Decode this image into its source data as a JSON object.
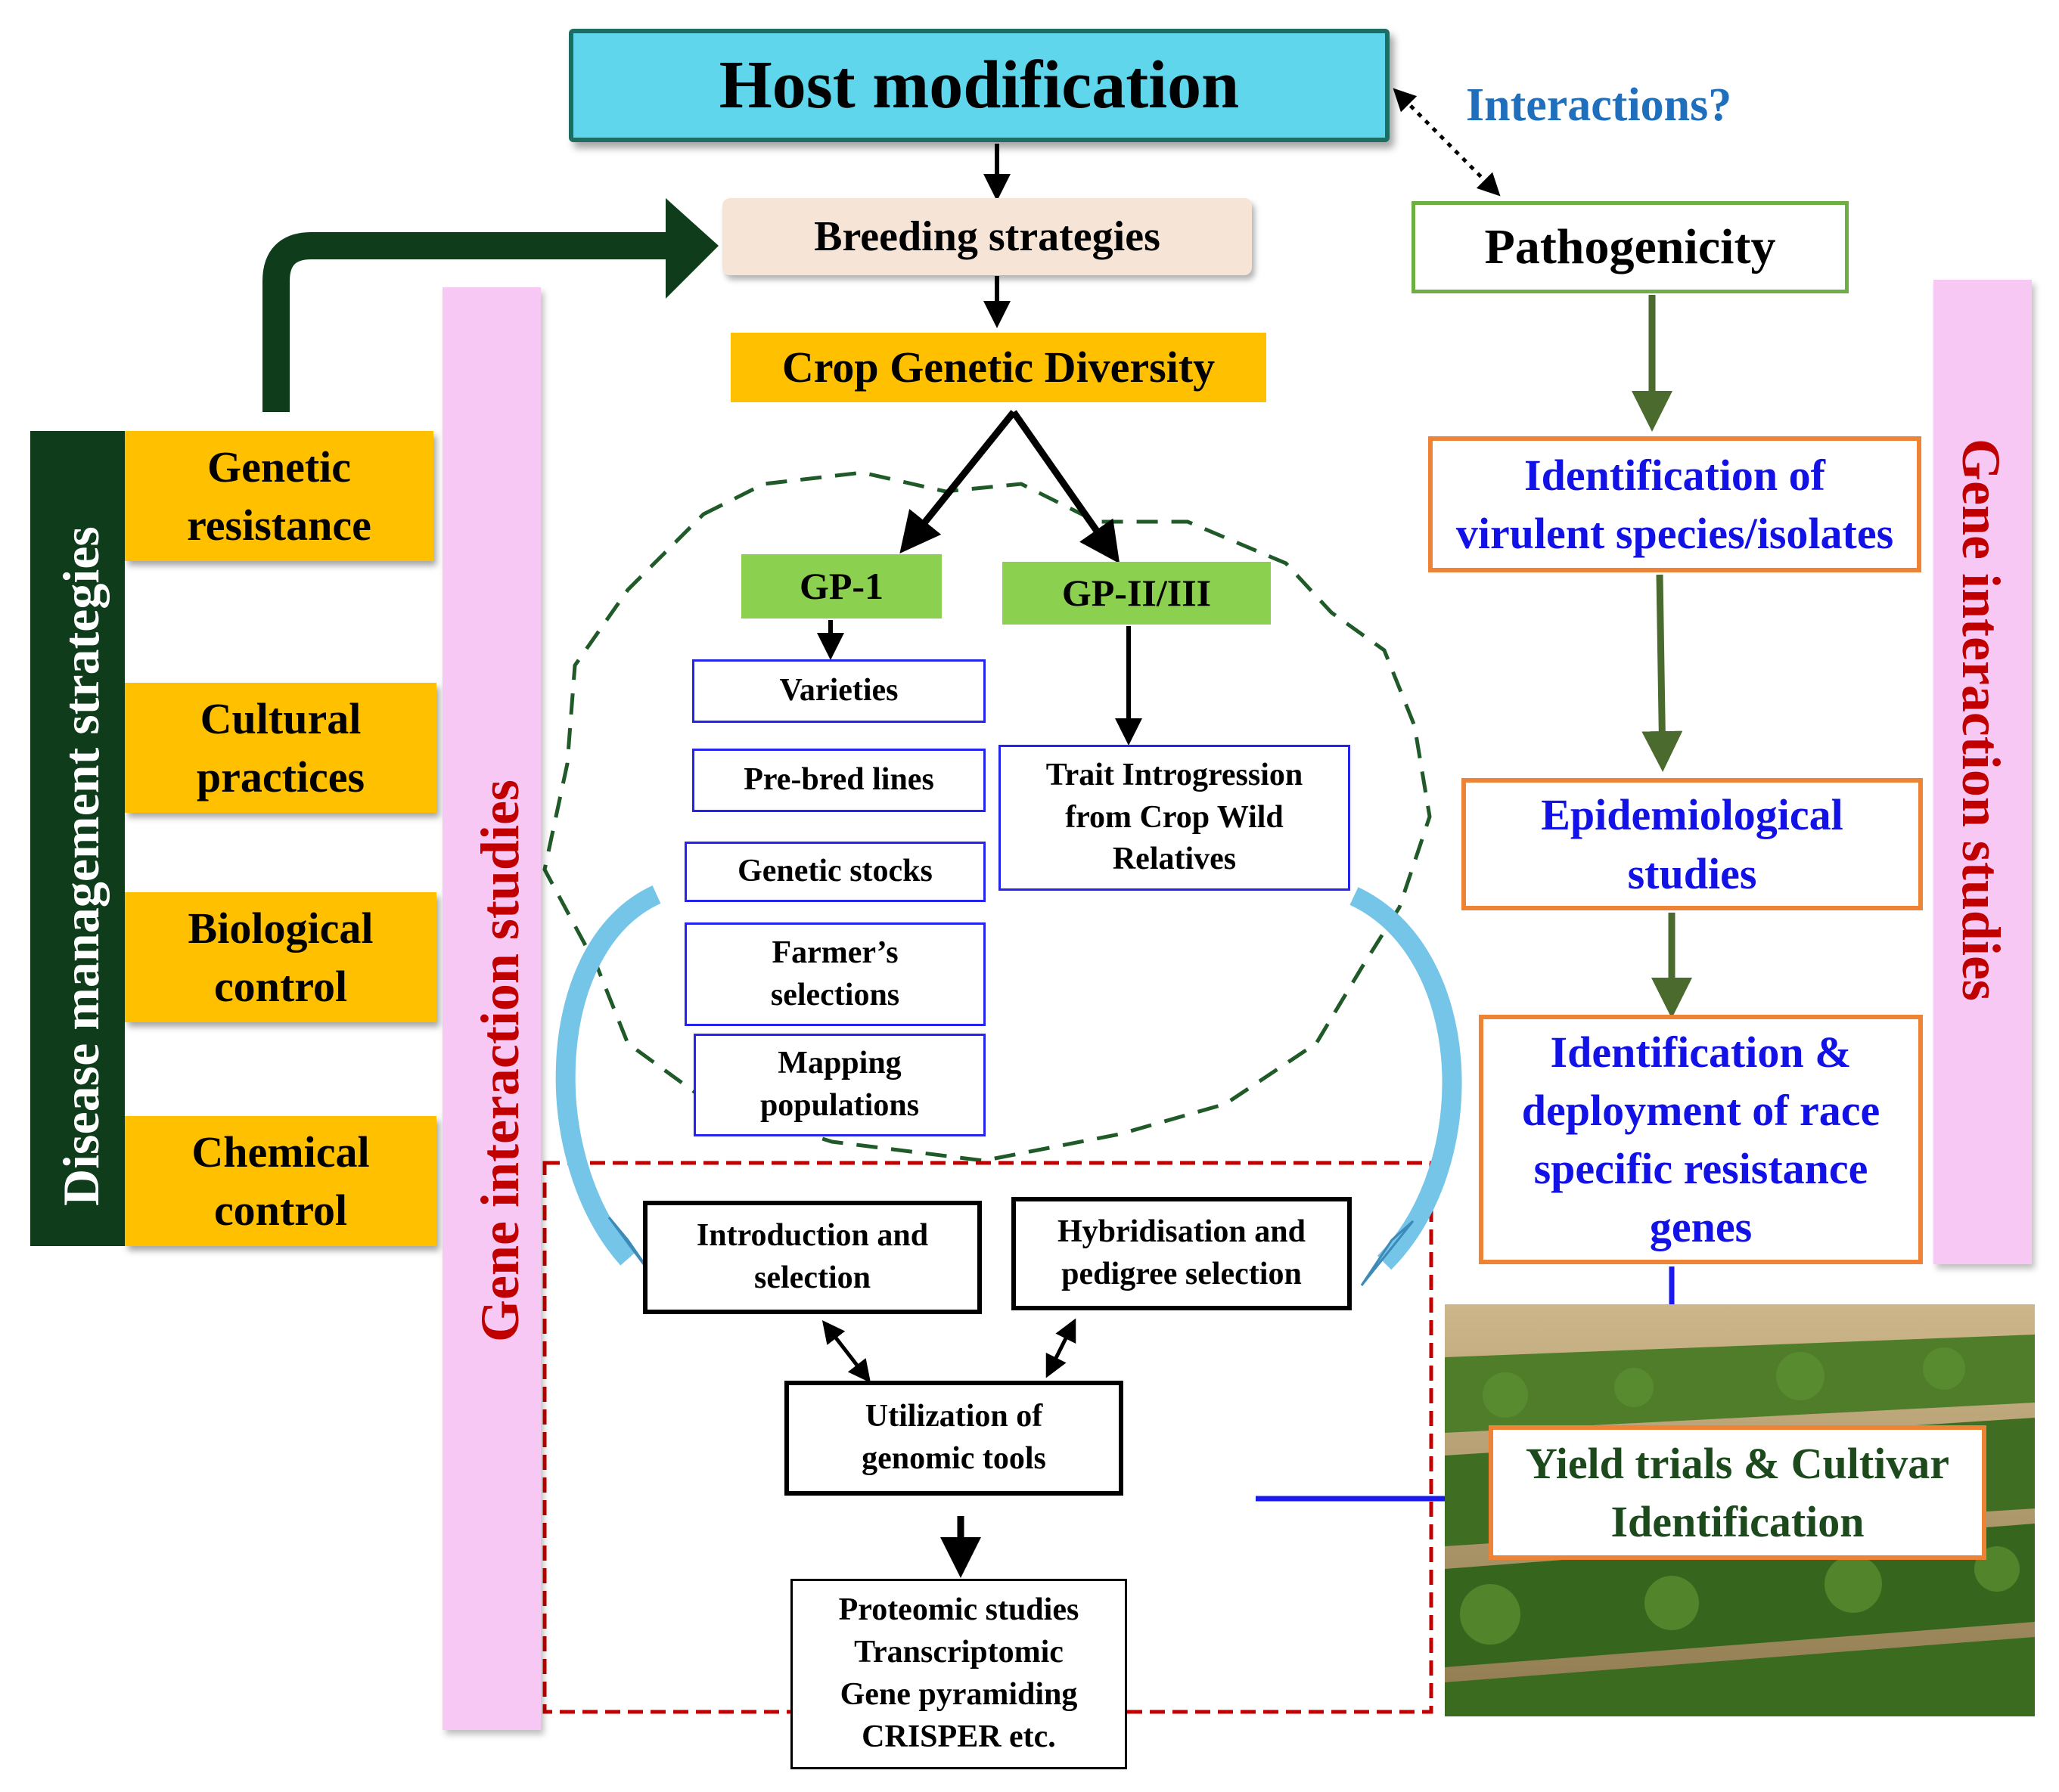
{
  "title": "Host modification",
  "interactions": "Interactions?",
  "breeding": "Breeding strategies",
  "diversity": "Crop Genetic Diversity",
  "gp1": "GP-1",
  "gp23": "GP-II/III",
  "gp1_items": [
    "Varieties",
    "Pre-bred lines",
    "Genetic stocks",
    "Farmer’s selections",
    "Mapping populations"
  ],
  "trait": "Trait Introgression from Crop Wild Relatives",
  "intro": "Introduction and selection",
  "hybrid": "Hybridisation  and pedigree selection",
  "genomic": "Utilization of genomic tools",
  "omics": [
    "Proteomic studies",
    "Transcriptomic",
    "Gene pyramiding",
    "CRISPER etc."
  ],
  "pathogenicity": "Pathogenicity",
  "identification": "Identification of virulent species/isolates",
  "epidemiological": "Epidemiological studies",
  "deployment": "Identification  & deployment of race specific resistance genes",
  "yield": "Yield trials & Cultivar Identification",
  "disease_mgmt": "Disease management strategies",
  "strategies": [
    "Genetic resistance",
    "Cultural practices",
    "Biological control",
    "Chemical control"
  ],
  "gene_interaction_left": "Gene interaction studies",
  "gene_interaction_right": "Gene interaction studies",
  "colors": {
    "title_fill": "#5fd6ec",
    "strategy_fill": "#ffc000",
    "gp_fill": "#8cd04f",
    "vertical_text": "#c00000",
    "blue_text": "#1212e6",
    "dark_bar": "#0f3d1b"
  }
}
